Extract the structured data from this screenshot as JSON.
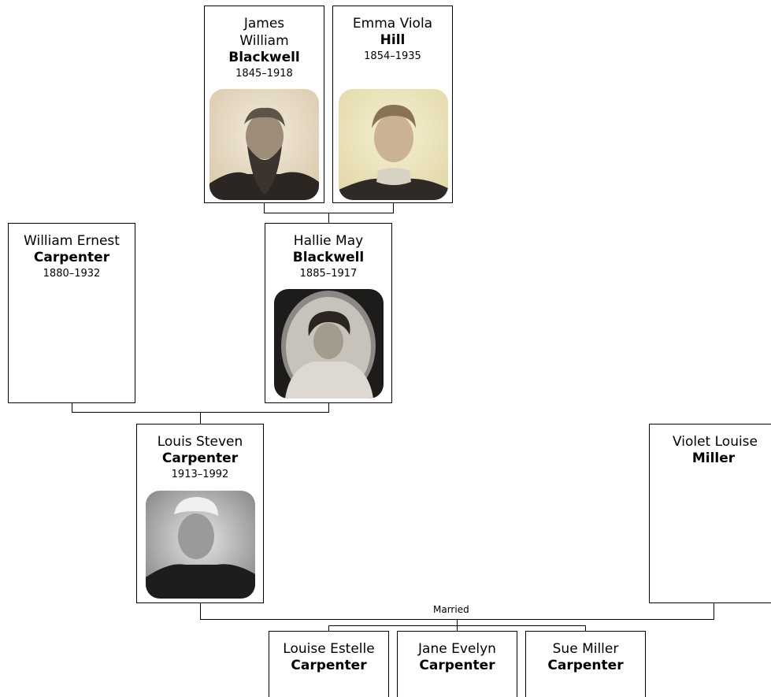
{
  "people": {
    "james": {
      "given": "James William",
      "surname": "Blackwell",
      "dates": "1845–1918"
    },
    "emma": {
      "given": "Emma Viola",
      "surname": "Hill",
      "dates": "1854–1935"
    },
    "william": {
      "given": "William Ernest",
      "surname": "Carpenter",
      "dates": "1880–1932"
    },
    "hallie": {
      "given": "Hallie May",
      "surname": "Blackwell",
      "dates": "1885–1917"
    },
    "louis": {
      "given": "Louis Steven",
      "surname": "Carpenter",
      "dates": "1913–1992"
    },
    "violet": {
      "given": "Violet Louise",
      "surname": "Miller"
    },
    "louise": {
      "given": "Louise Estelle",
      "surname": "Carpenter"
    },
    "jane": {
      "given": "Jane Evelyn",
      "surname": "Carpenter"
    },
    "sue": {
      "given": "Sue Miller",
      "surname": "Carpenter"
    }
  },
  "relations": {
    "married_label": "Married"
  }
}
